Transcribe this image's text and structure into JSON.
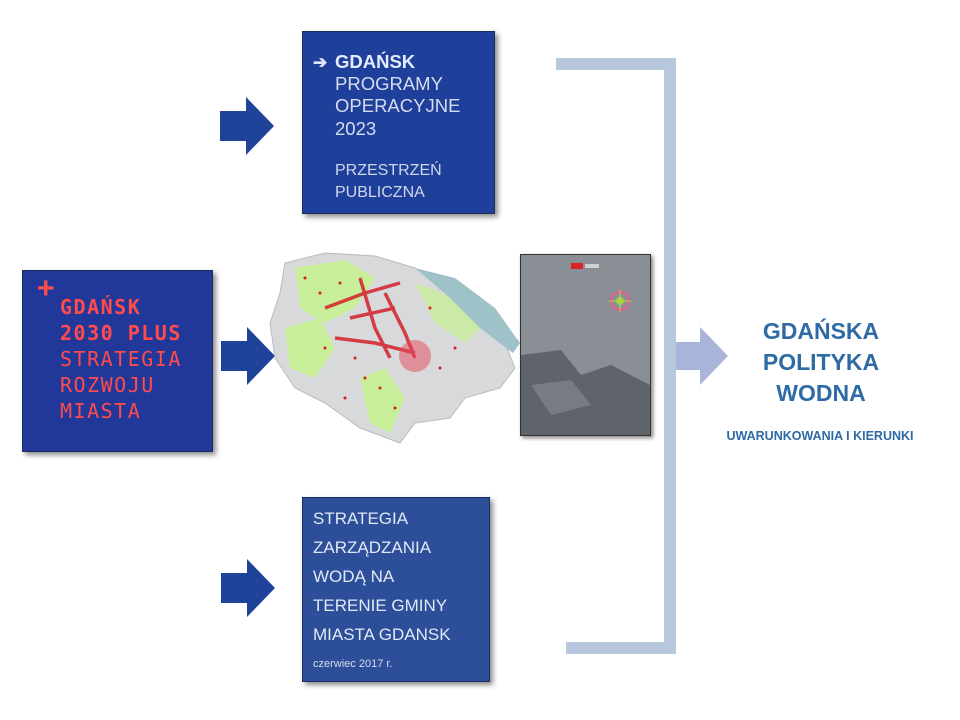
{
  "top_box": {
    "arrow_glyph": "➔",
    "line1": "GDAŃSK",
    "line2": "PROGRAMY",
    "line3": "OPERACYJNE",
    "line4": "2023",
    "sub1": "PRZESTRZEŃ",
    "sub2": "PUBLICZNA"
  },
  "left_box": {
    "plus": "+",
    "line1": "GDAŃSK",
    "line2": "2030 PLUS",
    "line3": "STRATEGIA",
    "line4": "ROZWOJU",
    "line5": "MIASTA"
  },
  "bottom_box": {
    "line1": "STRATEGIA",
    "line2": "ZARZĄDZANIA",
    "line3": "WODĄ NA",
    "line4": "TERENIE GMINY",
    "line5": "MIASTA GDANSK",
    "date": "czerwiec 2017 r."
  },
  "result": {
    "line1": "GDAŃSKA",
    "line2": "POLITYKA",
    "line3": "WODNA",
    "subtitle": "UWARUNKOWANIA I KIERUNKI"
  },
  "colors": {
    "arrow": "#20439a",
    "bracket": "#b8c8dc",
    "result_arrow": "#a9b4da",
    "accent_text": "#2e6aa6"
  }
}
